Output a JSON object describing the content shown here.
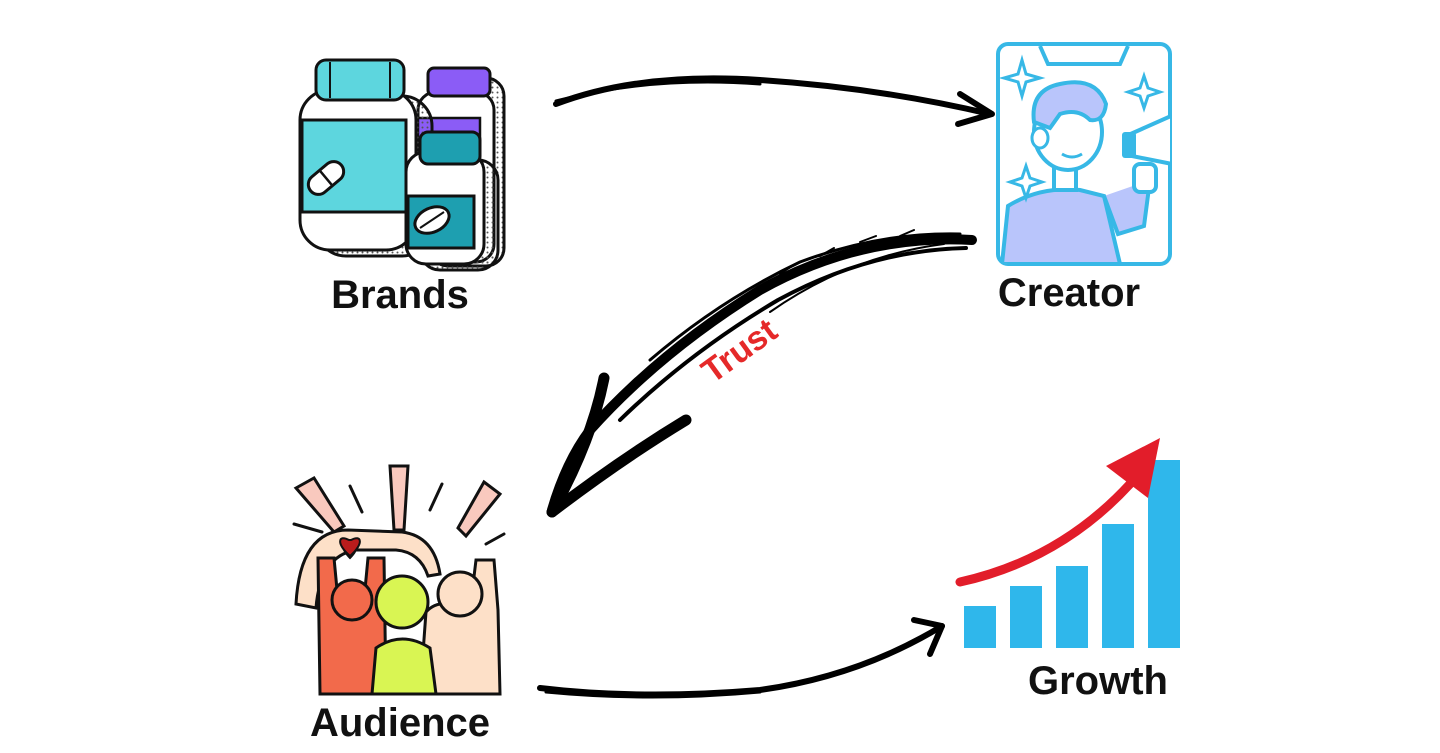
{
  "nodes": {
    "brands": {
      "label": "Brands"
    },
    "creator": {
      "label": "Creator"
    },
    "audience": {
      "label": "Audience"
    },
    "growth": {
      "label": "Growth"
    }
  },
  "edges": {
    "creator_to_audience": {
      "label": "Trust"
    }
  },
  "colors": {
    "ink": "#000000",
    "trust_label": "#e52929",
    "bottle_teal": "#5dd6de",
    "bottle_purple": "#8b5cf6",
    "bottle_dark_teal": "#1e9fb0",
    "creator_blue": "#37b8e6",
    "creator_fill": "#b9c5fb",
    "growth_bars": "#2fb7eb",
    "growth_arrow": "#e21d2a",
    "audience_red": "#f26a4b",
    "audience_lime": "#d9f553",
    "audience_peach": "#fde0c8",
    "audience_pink": "#f9c9be"
  },
  "icons": {
    "brands": "supplement-bottles-icon",
    "creator": "creator-megaphone-icon",
    "audience": "cheering-audience-icon",
    "growth": "growth-chart-icon"
  }
}
